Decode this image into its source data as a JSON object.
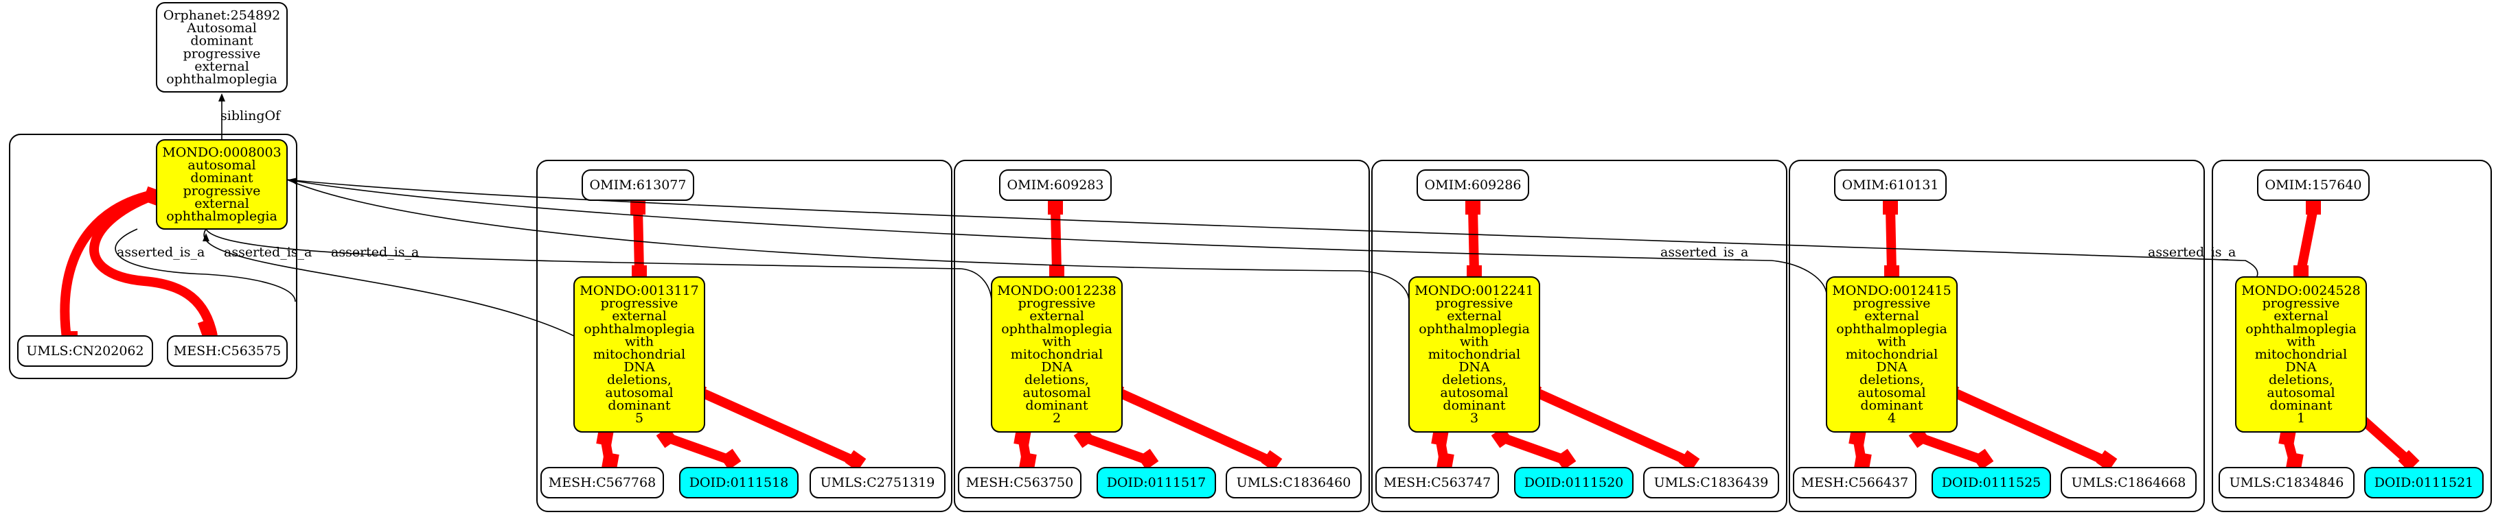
{
  "nodes": {
    "orphanet": {
      "lines": [
        "Orphanet:254892",
        "Autosomal",
        "dominant",
        "progressive",
        "external",
        "ophthalmoplegia"
      ],
      "fill": "white"
    },
    "mondo_root": {
      "lines": [
        "MONDO:0008003",
        "autosomal",
        "dominant",
        "progressive",
        "external",
        "ophthalmoplegia"
      ],
      "fill": "yellow"
    },
    "umls_cn202062": {
      "lines": [
        "UMLS:CN202062"
      ],
      "fill": "white"
    },
    "mesh_c563575": {
      "lines": [
        "MESH:C563575"
      ],
      "fill": "white"
    },
    "omim_613077": {
      "lines": [
        "OMIM:613077"
      ],
      "fill": "white"
    },
    "mondo_13117": {
      "lines": [
        "MONDO:0013117",
        "progressive",
        "external",
        "ophthalmoplegia",
        "with",
        "mitochondrial",
        "DNA",
        "deletions,",
        "autosomal",
        "dominant",
        "5"
      ],
      "fill": "yellow"
    },
    "mesh_c567768": {
      "lines": [
        "MESH:C567768"
      ],
      "fill": "white"
    },
    "doid_0111518": {
      "lines": [
        "DOID:0111518"
      ],
      "fill": "cyan"
    },
    "umls_c2751319": {
      "lines": [
        "UMLS:C2751319"
      ],
      "fill": "white"
    },
    "omim_609283": {
      "lines": [
        "OMIM:609283"
      ],
      "fill": "white"
    },
    "mondo_12238": {
      "lines": [
        "MONDO:0012238",
        "progressive",
        "external",
        "ophthalmoplegia",
        "with",
        "mitochondrial",
        "DNA",
        "deletions,",
        "autosomal",
        "dominant",
        "2"
      ],
      "fill": "yellow"
    },
    "mesh_c563750": {
      "lines": [
        "MESH:C563750"
      ],
      "fill": "white"
    },
    "doid_0111517": {
      "lines": [
        "DOID:0111517"
      ],
      "fill": "cyan"
    },
    "umls_c1836460": {
      "lines": [
        "UMLS:C1836460"
      ],
      "fill": "white"
    },
    "omim_609286": {
      "lines": [
        "OMIM:609286"
      ],
      "fill": "white"
    },
    "mondo_12241": {
      "lines": [
        "MONDO:0012241",
        "progressive",
        "external",
        "ophthalmoplegia",
        "with",
        "mitochondrial",
        "DNA",
        "deletions,",
        "autosomal",
        "dominant",
        "3"
      ],
      "fill": "yellow"
    },
    "mesh_c563747": {
      "lines": [
        "MESH:C563747"
      ],
      "fill": "white"
    },
    "doid_0111520": {
      "lines": [
        "DOID:0111520"
      ],
      "fill": "cyan"
    },
    "umls_c1836439": {
      "lines": [
        "UMLS:C1836439"
      ],
      "fill": "white"
    },
    "omim_610131": {
      "lines": [
        "OMIM:610131"
      ],
      "fill": "white"
    },
    "mondo_12415": {
      "lines": [
        "MONDO:0012415",
        "progressive",
        "external",
        "ophthalmoplegia",
        "with",
        "mitochondrial",
        "DNA",
        "deletions,",
        "autosomal",
        "dominant",
        "4"
      ],
      "fill": "yellow"
    },
    "mesh_c566437": {
      "lines": [
        "MESH:C566437"
      ],
      "fill": "white"
    },
    "doid_0111525": {
      "lines": [
        "DOID:0111525"
      ],
      "fill": "cyan"
    },
    "umls_c1864668": {
      "lines": [
        "UMLS:C1864668"
      ],
      "fill": "white"
    },
    "omim_157640": {
      "lines": [
        "OMIM:157640"
      ],
      "fill": "white"
    },
    "mondo_24528": {
      "lines": [
        "MONDO:0024528",
        "progressive",
        "external",
        "ophthalmoplegia",
        "with",
        "mitochondrial",
        "DNA",
        "deletions,",
        "autosomal",
        "dominant",
        "1"
      ],
      "fill": "yellow"
    },
    "umls_c1834846": {
      "lines": [
        "UMLS:C1834846"
      ],
      "fill": "white"
    },
    "doid_0111521": {
      "lines": [
        "DOID:0111521"
      ],
      "fill": "cyan"
    }
  },
  "edge_labels": {
    "sibling_of": "siblingOf",
    "asserted_is_a": "asserted_is_a"
  },
  "colors": {
    "yellow": "#ffff00",
    "cyan": "#00ffff",
    "white": "#ffffff",
    "red_edge": "#ff0000",
    "black": "#000000"
  }
}
